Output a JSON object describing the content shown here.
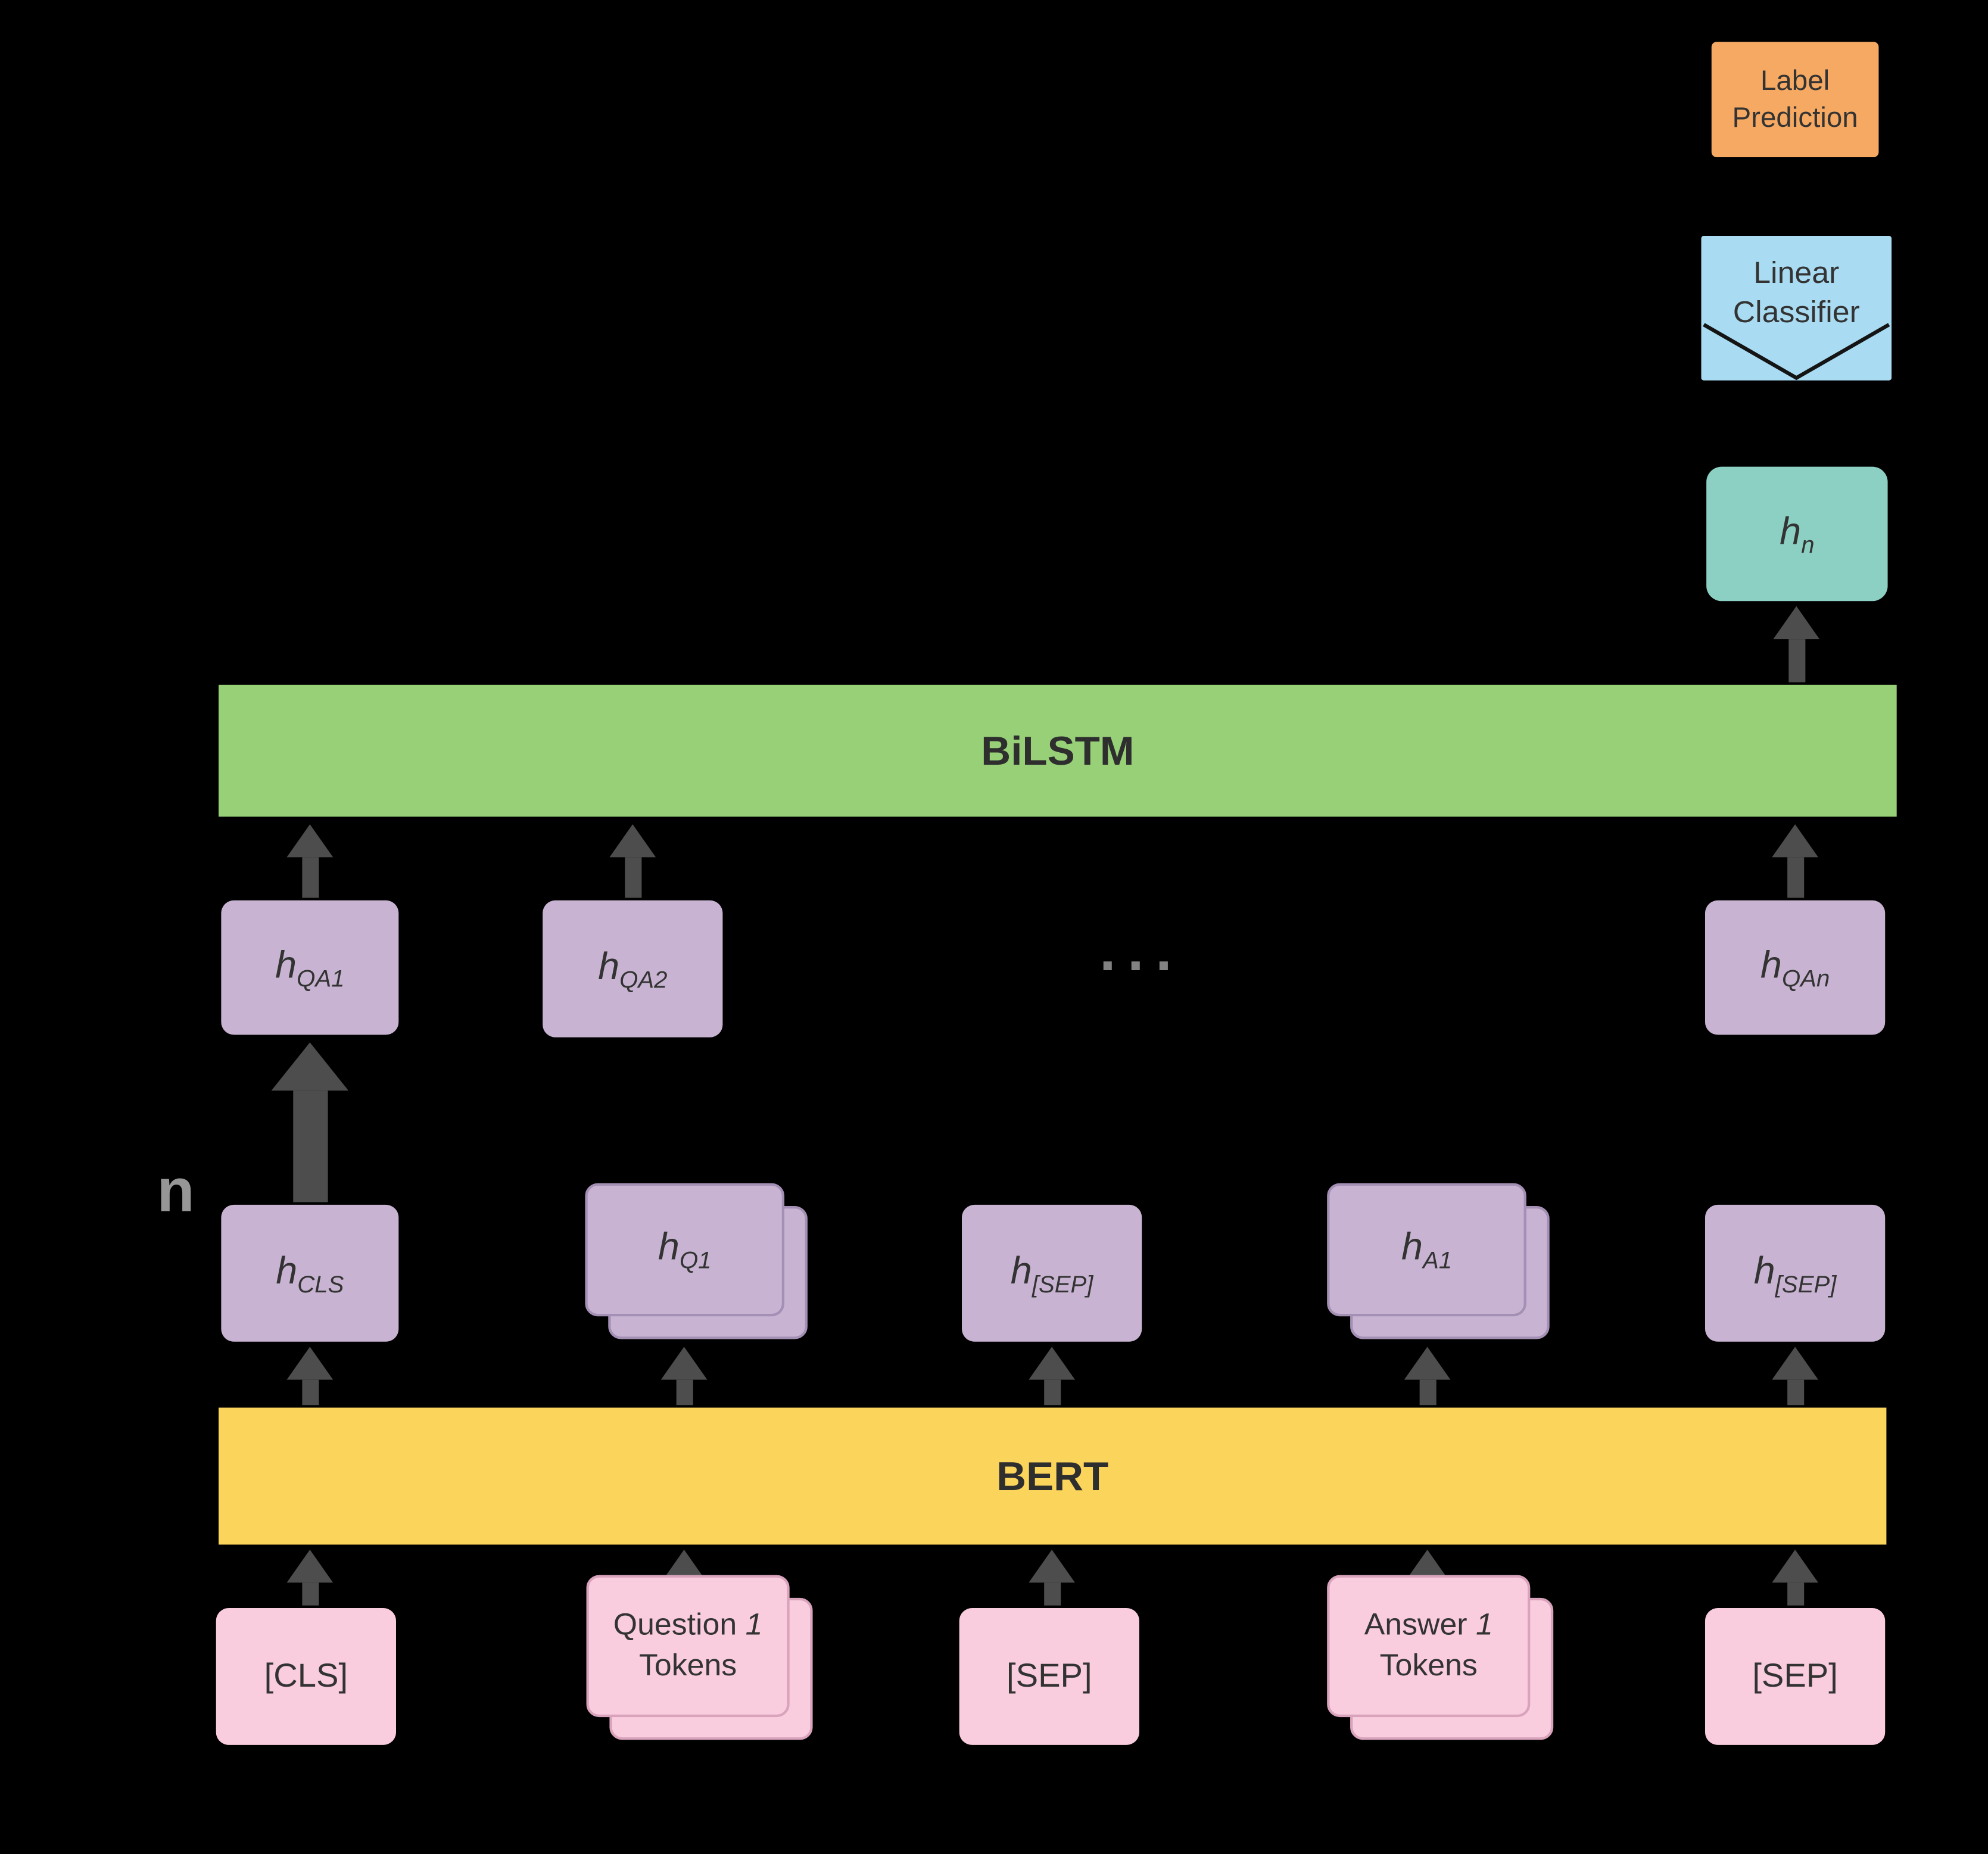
{
  "diagram": {
    "output_stack": {
      "label_prediction": "Label Prediction",
      "linear_classifier": "Linear Classifier",
      "h_n": {
        "base": "h",
        "sub": "n"
      }
    },
    "bilstm_label": "BiLSTM",
    "bert_label": "BERT",
    "ellipsis": "...",
    "n_annotation": "n",
    "qa_hidden": [
      {
        "base": "h",
        "sub": "QA1"
      },
      {
        "base": "h",
        "sub": "QA2"
      },
      {
        "base": "h",
        "sub": "QAn"
      }
    ],
    "bert_hidden": [
      {
        "base": "h",
        "sub": "CLS"
      },
      {
        "base": "h",
        "sub": "Q1"
      },
      {
        "base": "h",
        "sub": "[SEP]"
      },
      {
        "base": "h",
        "sub": "A1"
      },
      {
        "base": "h",
        "sub": "[SEP]"
      }
    ],
    "inputs": {
      "cls": "[CLS]",
      "question": {
        "prefix": "Question",
        "index": "1",
        "suffix": "Tokens"
      },
      "sep1": "[SEP]",
      "answer": {
        "prefix": "Answer",
        "index": "1",
        "suffix": "Tokens"
      },
      "sep2": "[SEP]"
    },
    "colors": {
      "label_prediction_box": "#F5A962",
      "linear_classifier_box": "#A9DCF2",
      "h_n_box": "#8BD0C3",
      "bilstm_bar": "#97D077",
      "bert_bar": "#FBD45C",
      "hidden_state_box": "#C8B4D2",
      "input_token_box": "#F9CCDE",
      "arrow": "#4D4D4D",
      "background": "#000000"
    }
  }
}
